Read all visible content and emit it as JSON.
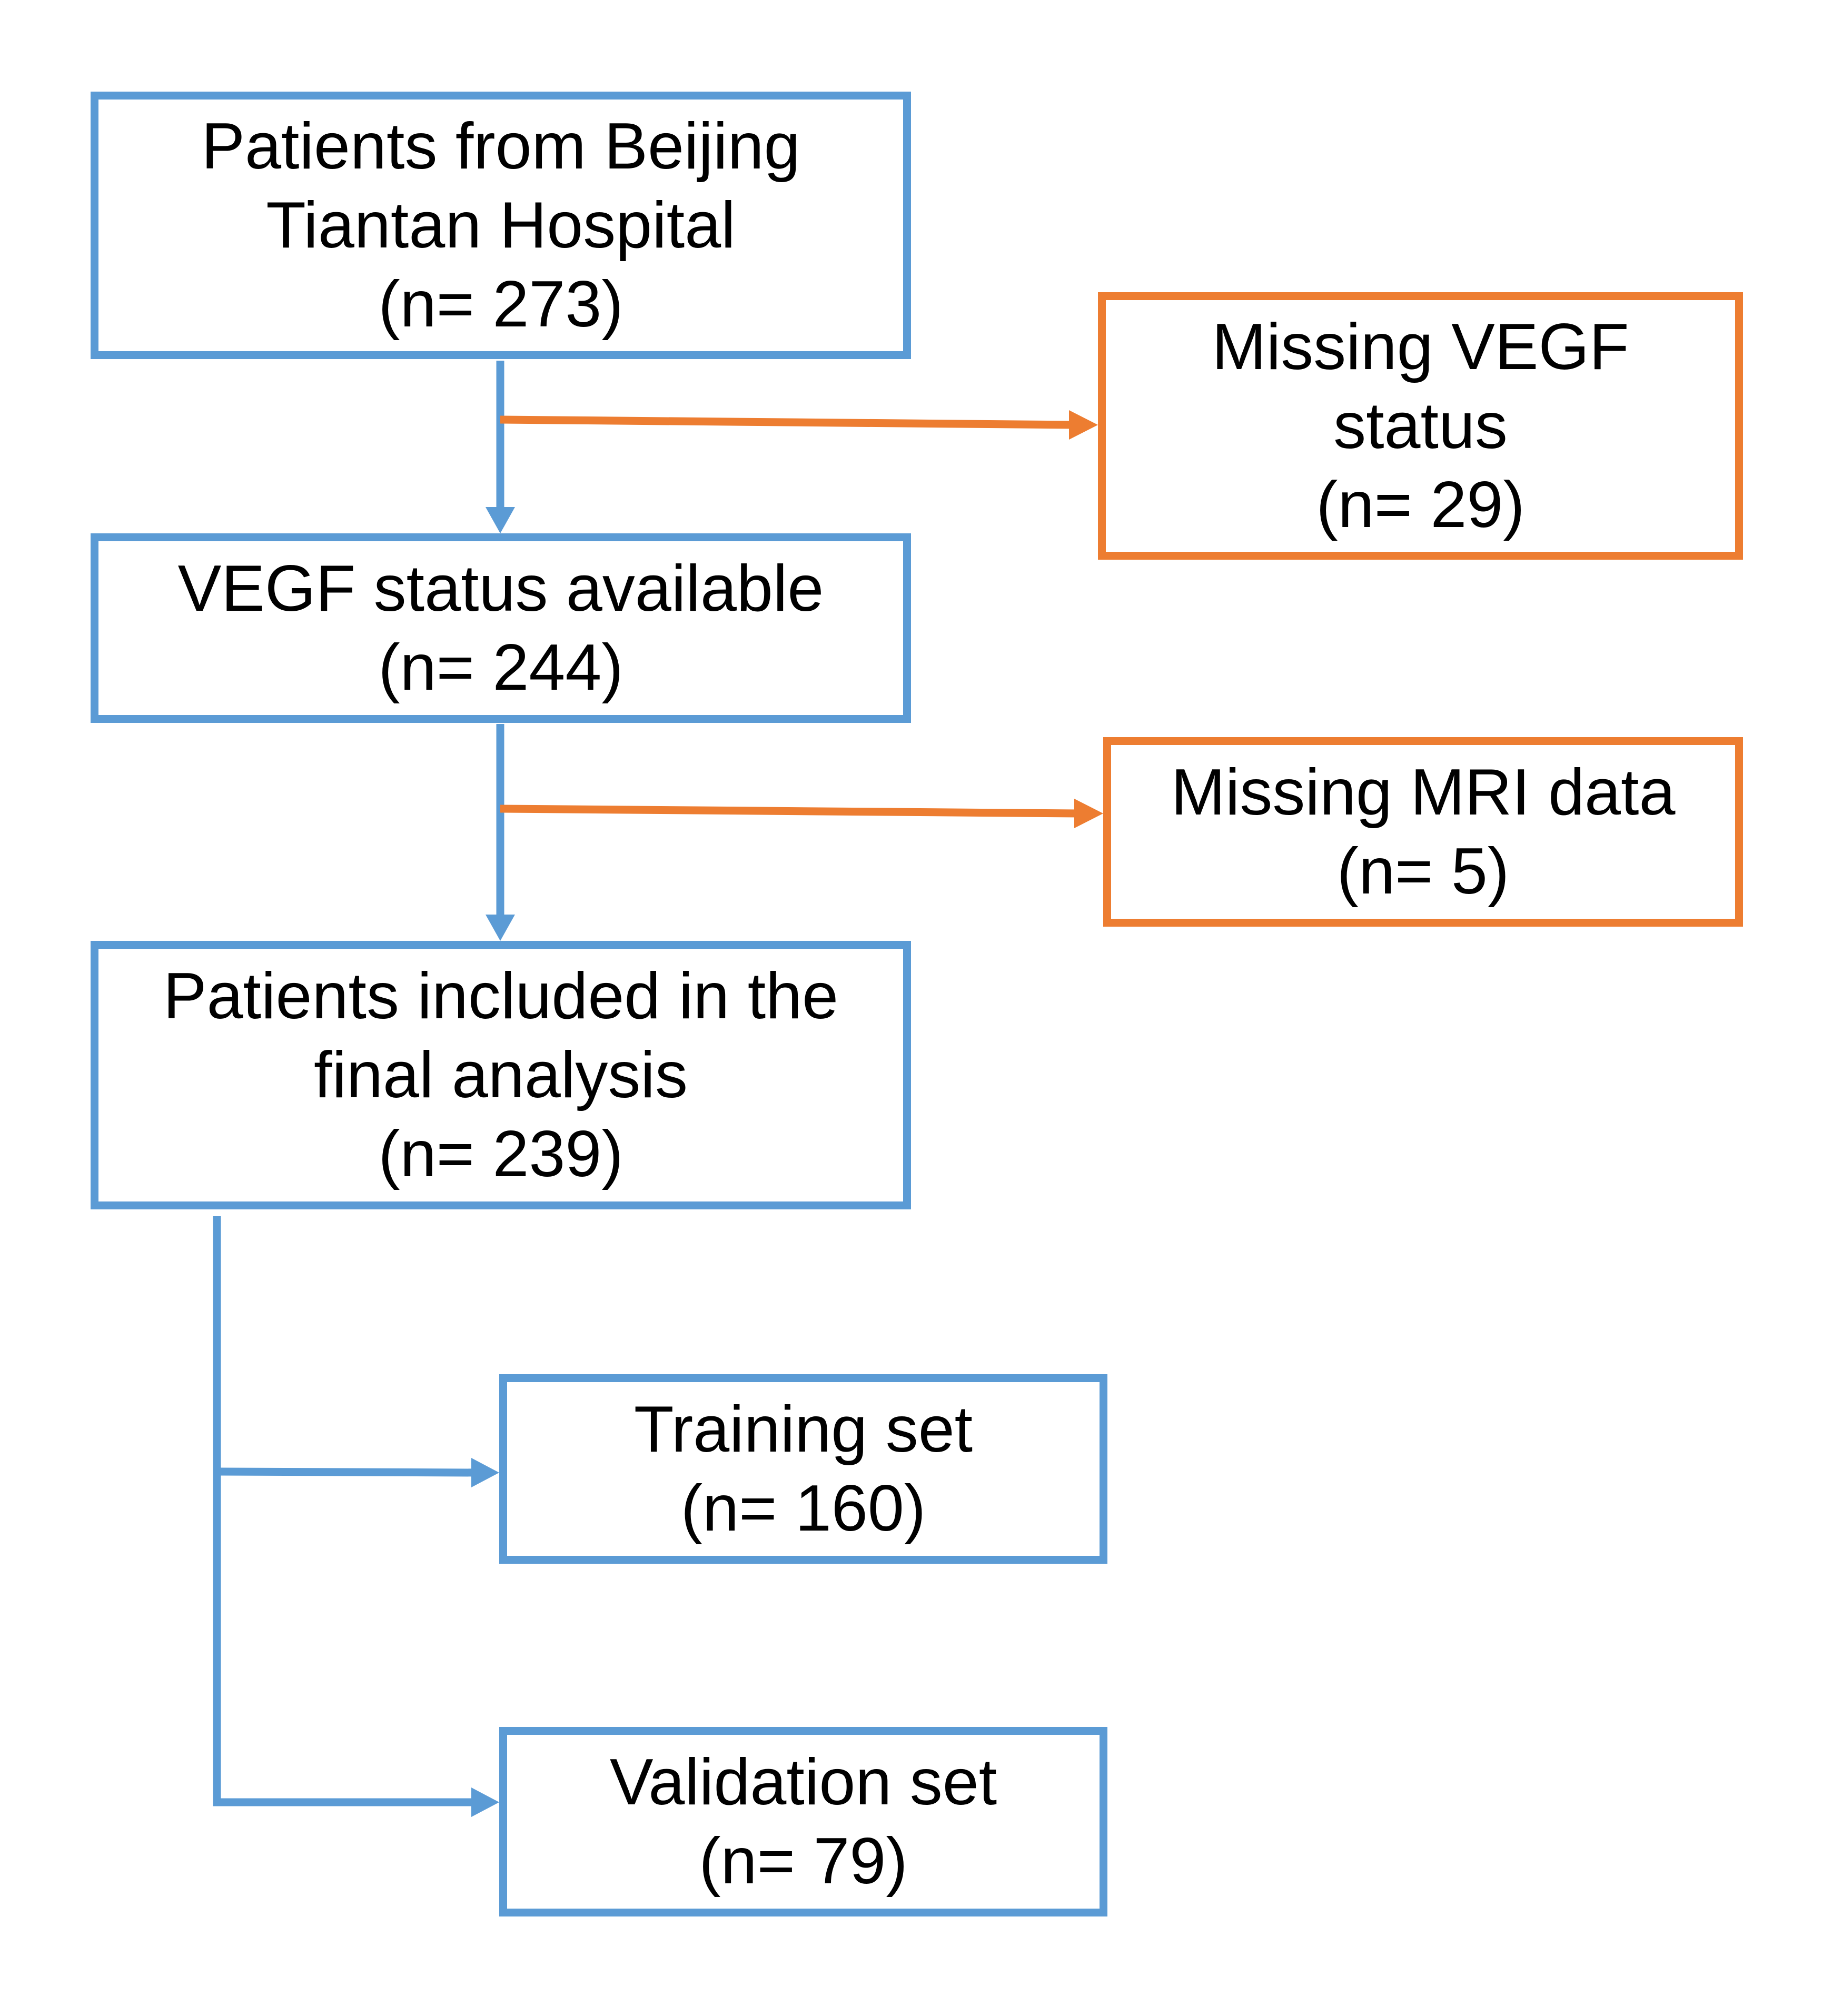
{
  "colors": {
    "main_flow": "#5b9bd5",
    "exclusion": "#ed7d31",
    "text": "#000000",
    "background": "#ffffff"
  },
  "boxes": {
    "source": {
      "lines": [
        "Patients from Beijing",
        "Tiantan Hospital",
        "(n= 273)"
      ]
    },
    "excluded_vegf": {
      "lines": [
        "Missing VEGF",
        "status",
        "(n= 29)"
      ]
    },
    "vegf_available": {
      "lines": [
        "VEGF status available",
        "(n= 244)"
      ]
    },
    "excluded_mri": {
      "lines": [
        "Missing MRI data",
        "(n= 5)"
      ]
    },
    "final_analysis": {
      "lines": [
        "Patients included in the",
        "final analysis",
        "(n= 239)"
      ]
    },
    "training": {
      "lines": [
        "Training set",
        "(n= 160)"
      ]
    },
    "validation": {
      "lines": [
        "Validation set",
        "(n= 79)"
      ]
    }
  }
}
